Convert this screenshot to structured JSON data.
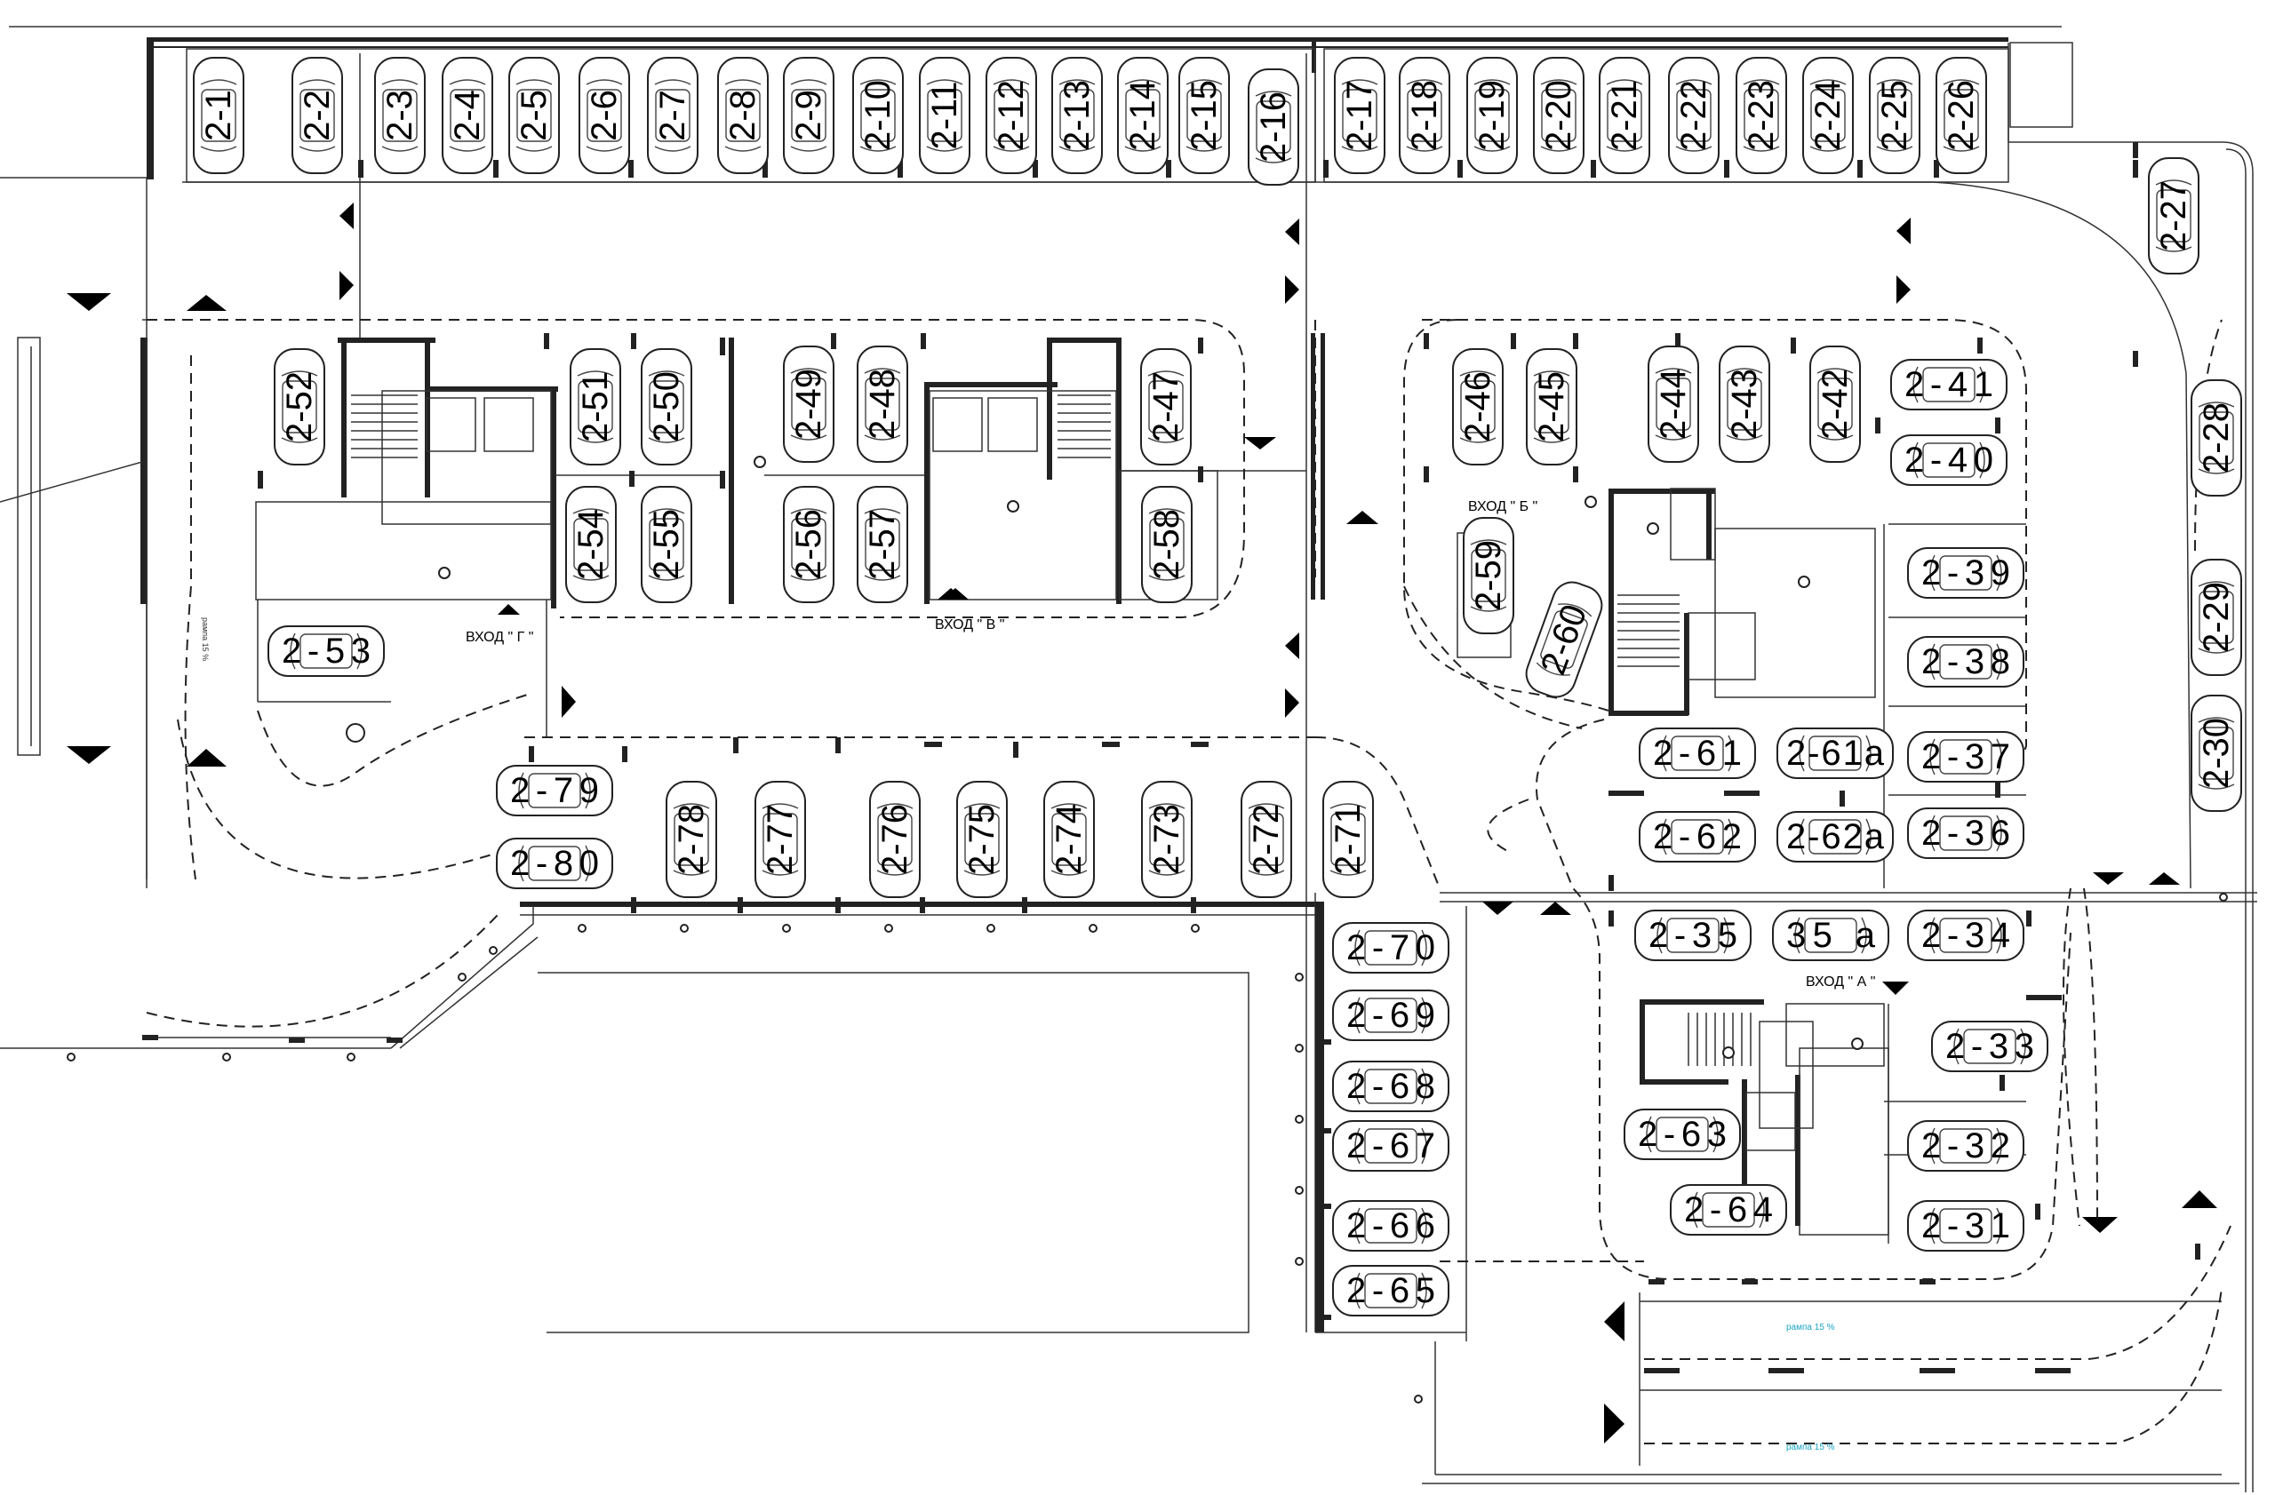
{
  "spots": [
    {
      "id": "2-1",
      "o": "v"
    },
    {
      "id": "2-2",
      "o": "v"
    },
    {
      "id": "2-3",
      "o": "v"
    },
    {
      "id": "2-4",
      "o": "v"
    },
    {
      "id": "2-5",
      "o": "v"
    },
    {
      "id": "2-6",
      "o": "v"
    },
    {
      "id": "2-7",
      "o": "v"
    },
    {
      "id": "2-8",
      "o": "v"
    },
    {
      "id": "2-9",
      "o": "v"
    },
    {
      "id": "2-10",
      "o": "v"
    },
    {
      "id": "2-11",
      "o": "v"
    },
    {
      "id": "2-12",
      "o": "v"
    },
    {
      "id": "2-13",
      "o": "v"
    },
    {
      "id": "2-14",
      "o": "v"
    },
    {
      "id": "2-15",
      "o": "v"
    },
    {
      "id": "2-16",
      "o": "v"
    },
    {
      "id": "2-17",
      "o": "v"
    },
    {
      "id": "2-18",
      "o": "v"
    },
    {
      "id": "2-19",
      "o": "v"
    },
    {
      "id": "2-20",
      "o": "v"
    },
    {
      "id": "2-21",
      "o": "v"
    },
    {
      "id": "2-22",
      "o": "v"
    },
    {
      "id": "2-23",
      "o": "v"
    },
    {
      "id": "2-24",
      "o": "v"
    },
    {
      "id": "2-25",
      "o": "v"
    },
    {
      "id": "2-26",
      "o": "v"
    },
    {
      "id": "2-27",
      "o": "v"
    },
    {
      "id": "2-28",
      "o": "v"
    },
    {
      "id": "2-29",
      "o": "v"
    },
    {
      "id": "2-30",
      "o": "v"
    },
    {
      "id": "2-31",
      "o": "h"
    },
    {
      "id": "2-32",
      "o": "h"
    },
    {
      "id": "2-33",
      "o": "h"
    },
    {
      "id": "2-34",
      "o": "h"
    },
    {
      "id": "35 a",
      "o": "h"
    },
    {
      "id": "2-35",
      "o": "h"
    },
    {
      "id": "2-36",
      "o": "h"
    },
    {
      "id": "2-37",
      "o": "h"
    },
    {
      "id": "2-38",
      "o": "h"
    },
    {
      "id": "2-39",
      "o": "h"
    },
    {
      "id": "2-40",
      "o": "h"
    },
    {
      "id": "2-41",
      "o": "h"
    },
    {
      "id": "2-42",
      "o": "v"
    },
    {
      "id": "2-43",
      "o": "v"
    },
    {
      "id": "2-44",
      "o": "v"
    },
    {
      "id": "2-45",
      "o": "v"
    },
    {
      "id": "2-46",
      "o": "v"
    },
    {
      "id": "2-47",
      "o": "v"
    },
    {
      "id": "2-48",
      "o": "v"
    },
    {
      "id": "2-49",
      "o": "v"
    },
    {
      "id": "2-50",
      "o": "v"
    },
    {
      "id": "2-51",
      "o": "v"
    },
    {
      "id": "2-52",
      "o": "v"
    },
    {
      "id": "2-53",
      "o": "h"
    },
    {
      "id": "2-54",
      "o": "v"
    },
    {
      "id": "2-55",
      "o": "v"
    },
    {
      "id": "2-56",
      "o": "v"
    },
    {
      "id": "2-57",
      "o": "v"
    },
    {
      "id": "2-58",
      "o": "v"
    },
    {
      "id": "2-59",
      "o": "v"
    },
    {
      "id": "2-60",
      "o": "d"
    },
    {
      "id": "2-61",
      "o": "h"
    },
    {
      "id": "2-61a",
      "o": "h"
    },
    {
      "id": "2-62",
      "o": "h"
    },
    {
      "id": "2-62a",
      "o": "h"
    },
    {
      "id": "2-63",
      "o": "h"
    },
    {
      "id": "2-64",
      "o": "h"
    },
    {
      "id": "2-65",
      "o": "h"
    },
    {
      "id": "2-66",
      "o": "h"
    },
    {
      "id": "2-67",
      "o": "h"
    },
    {
      "id": "2-68",
      "o": "h"
    },
    {
      "id": "2-69",
      "o": "h"
    },
    {
      "id": "2-70",
      "o": "h"
    },
    {
      "id": "2-71",
      "o": "v"
    },
    {
      "id": "2-72",
      "o": "v"
    },
    {
      "id": "2-73",
      "o": "v"
    },
    {
      "id": "2-74",
      "o": "v"
    },
    {
      "id": "2-75",
      "o": "v"
    },
    {
      "id": "2-76",
      "o": "v"
    },
    {
      "id": "2-77",
      "o": "v"
    },
    {
      "id": "2-78",
      "o": "v"
    },
    {
      "id": "2-79",
      "o": "h"
    },
    {
      "id": "2-80",
      "o": "h"
    }
  ],
  "entrances": {
    "a": "ВХОД \" А \"",
    "b": "ВХОД \" Б \"",
    "v": "ВХОД \" В \"",
    "g": "ВХОД \" Г \""
  },
  "ramps": {
    "upper": "рампа 15 %",
    "lower": "рампа 15 %",
    "left": "рампа 15 %"
  },
  "colors": {
    "line": "#222222",
    "ramp_text": "#1aa3c4",
    "accent_red": "#d9534f"
  }
}
